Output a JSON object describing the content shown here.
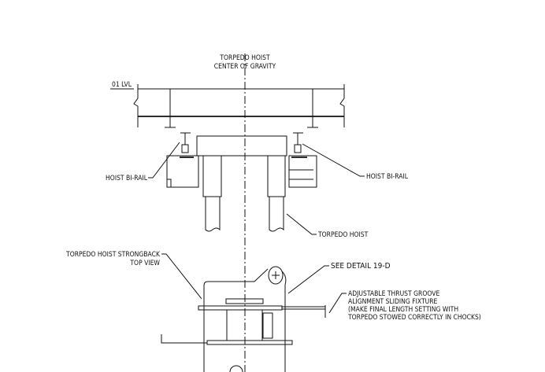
{
  "labels": {
    "cg_line1": "TORPEDO HOIST",
    "cg_line2": "CENTER OF GRAVITY",
    "level": "01 LVL",
    "birail_left": "HOIST BI-RAIL",
    "birail_right": "HOIST BI-RAIL",
    "torpedo_hoist": "TORPEDO HOIST",
    "strongback_line1": "TORPEDO HOIST STRONGBACK",
    "strongback_line2": "TOP VIEW",
    "see_detail": "SEE DETAIL 19-D",
    "fixture_line1": "ADJUSTABLE THRUST GROOVE",
    "fixture_line2": "ALIGNMENT SLIDING FIXTURE",
    "fixture_line3": "(MAKE FINAL LENGTH SETTING WITH",
    "fixture_line4": "TORPEDO STOWED CORRECTLY IN CHOCKS)"
  }
}
